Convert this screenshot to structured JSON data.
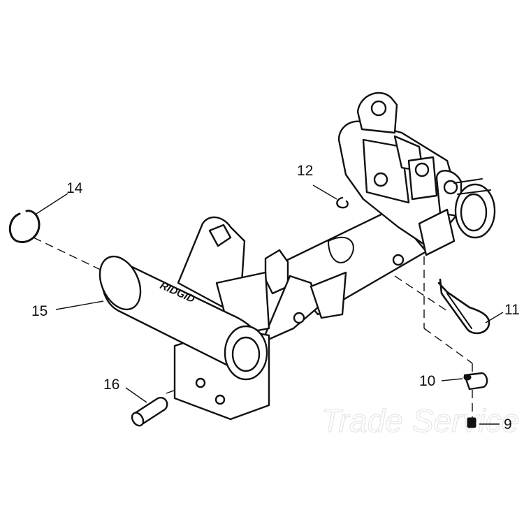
{
  "callouts": {
    "c9": "9",
    "c10": "10",
    "c11": "11",
    "c12": "12",
    "c14": "14",
    "c15": "15",
    "c16": "16"
  },
  "watermark": {
    "line1": "Trade",
    "line2": "Service"
  },
  "brand_text": "RIDGID",
  "colors": {
    "ink": "#111111",
    "background": "#ffffff",
    "watermark": "#e6e6e6"
  }
}
